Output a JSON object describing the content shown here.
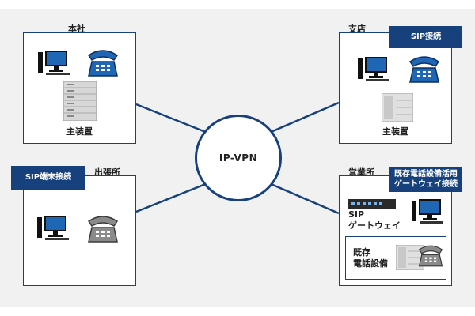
{
  "hub": {
    "label": "IP-VPN"
  },
  "sites": {
    "headquarters": {
      "title": "本社",
      "equipment_label": "主装置"
    },
    "branch": {
      "title": "支店",
      "badge": "SIP接続",
      "equipment_label": "主装置"
    },
    "field_office": {
      "title": "出張所",
      "badge": "SIP端末接続"
    },
    "sales_office": {
      "title": "営業所",
      "badge_line1": "既存電話設備活用",
      "badge_line2": "ゲートウェイ接続",
      "gateway_label_line1": "SIP",
      "gateway_label_line2": "ゲートウェイ",
      "existing_label_line1": "既存",
      "existing_label_line2": "電話設備"
    }
  },
  "colors": {
    "primary": "#16417d",
    "phone_blue": "#1f66b5",
    "panel": "#f1f1f1"
  }
}
